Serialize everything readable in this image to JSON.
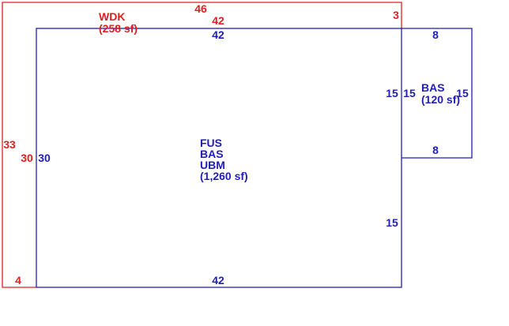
{
  "colors": {
    "wdk": "#e02020",
    "main": "#1f1fb8",
    "background": "#ffffff"
  },
  "wdk": {
    "name": "WDK",
    "area": "(258 sf)",
    "dims": {
      "top": "46",
      "top_inner": "42",
      "right_offset": "3",
      "left_outer": "33",
      "left_inner": "30",
      "bottom_offset": "4"
    }
  },
  "main": {
    "codes": [
      "FUS",
      "BAS",
      "UBM"
    ],
    "area": "(1,260 sf)",
    "dims": {
      "top": "42",
      "bottom": "42",
      "left": "30",
      "right_upper": "15",
      "right_lower": "15"
    }
  },
  "bas": {
    "name": "BAS",
    "area": "(120 sf)",
    "dims": {
      "top": "8",
      "bottom": "8",
      "left": "15",
      "right": "15"
    }
  }
}
